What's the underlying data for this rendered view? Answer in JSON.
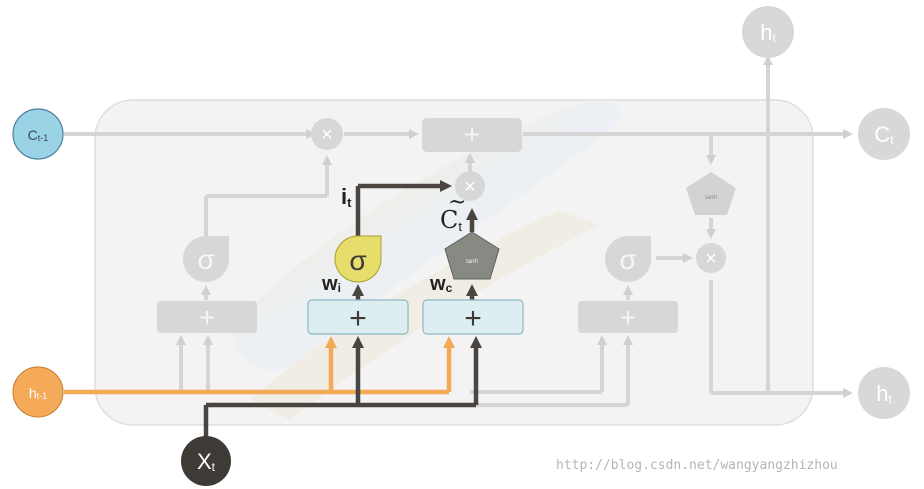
{
  "diagram": {
    "input_gate_label": "i",
    "input_gate_sub": "t",
    "candidate_label": "C",
    "candidate_tilde": "~",
    "candidate_sub": "t",
    "weight_i_label": "w",
    "weight_i_sub": "i",
    "weight_c_label": "w",
    "weight_c_sub": "c",
    "sigma": "σ",
    "plus": "+",
    "times": "×",
    "tanh": "tanh"
  },
  "nodes": {
    "c_prev": {
      "main": "C",
      "sub": "t-1"
    },
    "h_prev": {
      "main": "h",
      "sub": "t-1"
    },
    "x_t": {
      "main": "X",
      "sub": "t"
    },
    "c_t": {
      "main": "C",
      "sub": "t"
    },
    "h_t_right": {
      "main": "h",
      "sub": "t"
    },
    "h_t_top": {
      "main": "h",
      "sub": "t"
    }
  },
  "watermark": "http://blog.csdn.net/wangyangzhizhou",
  "colors": {
    "cell_state_node": "#9bd3e6",
    "hidden_state_node": "#f5aa5a",
    "input_node": "#3e3a36",
    "highlight_line": "#4a4540",
    "orange_line": "#f3a955",
    "faded": "#d5d5d5",
    "sigma_highlight": "#e6dd6a",
    "tanh_highlight": "#868a82",
    "adder_highlight": "#dceef2"
  }
}
